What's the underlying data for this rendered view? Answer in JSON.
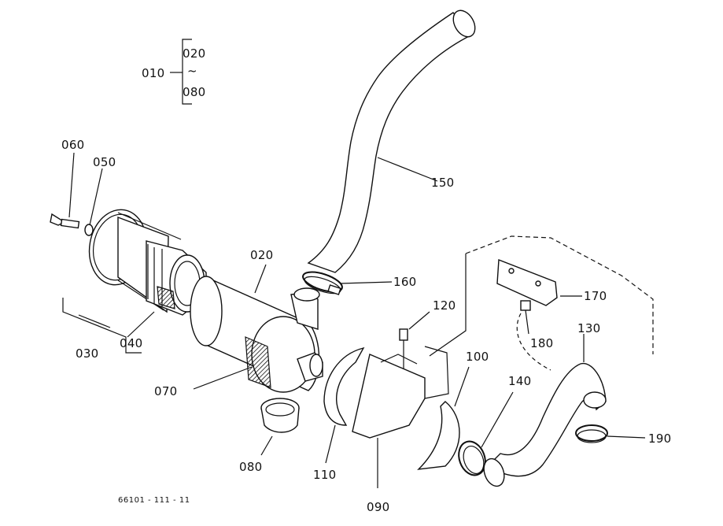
{
  "diagram": {
    "doc_number": "66101 - 111 - 11",
    "bracket_group": {
      "parent": "010",
      "first": "020",
      "last": "080",
      "range_mark": "~"
    },
    "parts": [
      {
        "id": "060",
        "part": "wing-bolt"
      },
      {
        "id": "050",
        "part": "washer"
      },
      {
        "id": "030",
        "part": "cover-assembly"
      },
      {
        "id": "040",
        "part": "element"
      },
      {
        "id": "020",
        "part": "air-cleaner-body"
      },
      {
        "id": "070",
        "part": "cartridge"
      },
      {
        "id": "080",
        "part": "evacuator-cap"
      },
      {
        "id": "150",
        "part": "intake-hose"
      },
      {
        "id": "160",
        "part": "hose-clamp"
      },
      {
        "id": "120",
        "part": "bolt"
      },
      {
        "id": "100",
        "part": "band"
      },
      {
        "id": "110",
        "part": "band"
      },
      {
        "id": "090",
        "part": "bracket"
      },
      {
        "id": "140",
        "part": "hose-clamp"
      },
      {
        "id": "130",
        "part": "outlet-hose"
      },
      {
        "id": "180",
        "part": "bolt"
      },
      {
        "id": "170",
        "part": "stay"
      },
      {
        "id": "190",
        "part": "hose-clamp"
      }
    ]
  }
}
